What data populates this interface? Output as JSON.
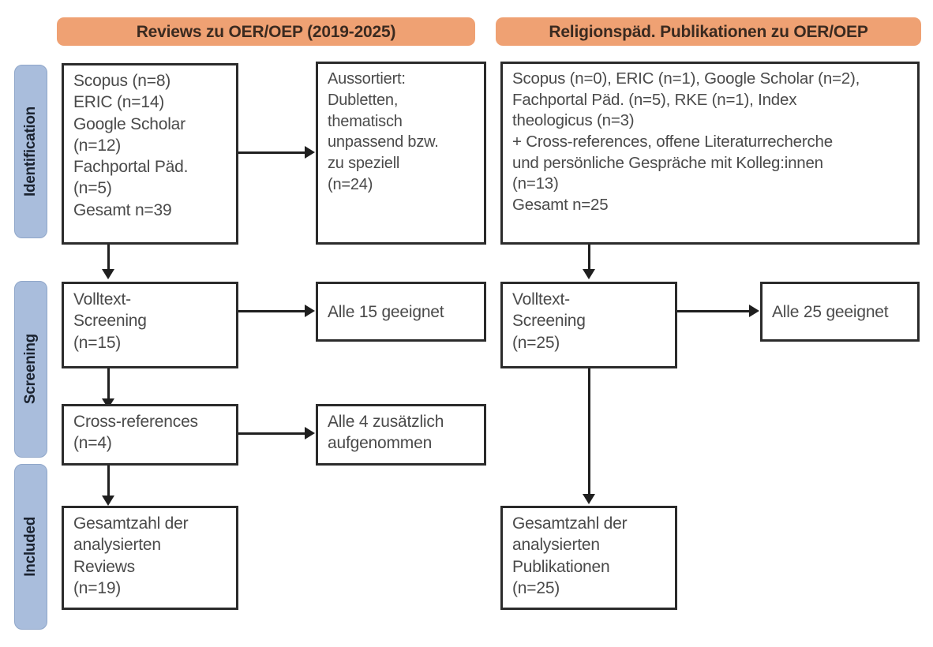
{
  "headers": {
    "left": "Reviews zu OER/OEP (2019-2025)",
    "right": "Religionspäd. Publikationen zu OER/OEP"
  },
  "stages": [
    {
      "label": "Identification"
    },
    {
      "label": "Screening"
    },
    {
      "label": "Included"
    }
  ],
  "colors": {
    "header_orange": "#EFA173",
    "stage_blue": "#A9BDDC",
    "stage_blue_border": "#8FA6C9",
    "box_border": "#2B2B2B",
    "text_gray": "#4A4A4A",
    "connector": "#1F1F1F",
    "background": "#FFFFFF"
  },
  "left_column": {
    "identification_sources": "Scopus (n=8)\nERIC (n=14)\nGoogle Scholar\n(n=12)\nFachportal Päd.\n(n=5)\nGesamt n=39",
    "excluded": "Aussortiert:\nDubletten,\nthematisch\nunpassend bzw.\nzu speziell\n(n=24)",
    "fulltext_screening": "Volltext-\nScreening\n(n=15)",
    "screening_result": "Alle 15 geeignet",
    "cross_references": "Cross-references\n(n=4)",
    "cross_references_result": "Alle 4 zusätzlich\naufgenommen",
    "included_total": "Gesamtzahl der\nanalysierten\nReviews\n(n=19)"
  },
  "right_column": {
    "identification_sources": "Scopus (n=0), ERIC (n=1), Google Scholar (n=2),\nFachportal Päd. (n=5), RKE (n=1), Index\ntheologicus (n=3)\n+ Cross-references, offene Literaturrecherche\nund persönliche Gespräche mit Kolleg:innen\n(n=13)\nGesamt n=25",
    "fulltext_screening": "Volltext-\nScreening\n(n=25)",
    "screening_result": "Alle 25 geeignet",
    "included_total": "Gesamtzahl der\nanalysierten\nPublikationen\n(n=25)"
  },
  "chart_data": {
    "type": "diagram",
    "title": "PRISMA-style literature selection flow diagram",
    "stages": [
      "Identification",
      "Screening",
      "Included"
    ],
    "columns": [
      {
        "name": "Reviews zu OER/OEP (2019-2025)",
        "records_identified": 39,
        "sources": [
          {
            "name": "Scopus",
            "n": 8
          },
          {
            "name": "ERIC",
            "n": 14
          },
          {
            "name": "Google Scholar",
            "n": 12
          },
          {
            "name": "Fachportal Päd.",
            "n": 5
          }
        ],
        "excluded": {
          "reason": "Dubletten, thematisch unpassend bzw. zu speziell",
          "n": 24
        },
        "fulltext_screened": 15,
        "fulltext_eligible": 15,
        "cross_references": 4,
        "cross_references_added": 4,
        "included": 19
      },
      {
        "name": "Religionspäd. Publikationen zu OER/OEP",
        "records_identified": 25,
        "sources": [
          {
            "name": "Scopus",
            "n": 0
          },
          {
            "name": "ERIC",
            "n": 1
          },
          {
            "name": "Google Scholar",
            "n": 2
          },
          {
            "name": "Fachportal Päd.",
            "n": 5
          },
          {
            "name": "RKE",
            "n": 1
          },
          {
            "name": "Index theologicus",
            "n": 3
          },
          {
            "name": "Cross-references, offene Literaturrecherche und persönliche Gespräche mit Kolleg:innen",
            "n": 13
          }
        ],
        "excluded": null,
        "fulltext_screened": 25,
        "fulltext_eligible": 25,
        "included": 25
      }
    ]
  }
}
